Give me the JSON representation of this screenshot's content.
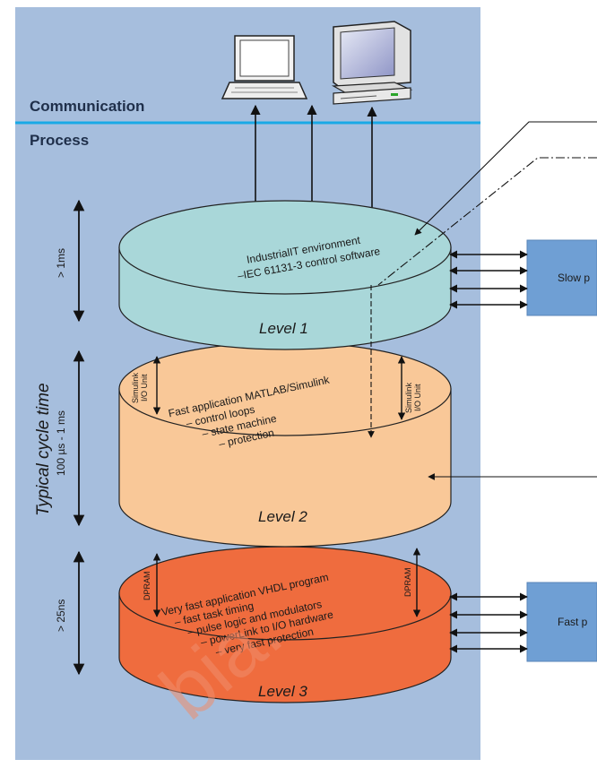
{
  "headers": {
    "communication": "Communication",
    "process": "Process"
  },
  "levels": [
    {
      "label": "Level 1",
      "lines": [
        "IndustrialIT  environment",
        "–IEC 61131-3 control software"
      ]
    },
    {
      "label": "Level 2",
      "lines": [
        "Fast application MATLAB/Simulink",
        "– control loops",
        "– state machine",
        "– protection"
      ],
      "left_tag": [
        "Simulink",
        "I/O Unit"
      ],
      "right_tag": [
        "Simulink",
        "I/O Unit"
      ]
    },
    {
      "label": "Level 3",
      "lines": [
        "Very fast application VHDL program",
        "– fast task timing",
        "– pulse logic and modulators",
        "– powerLink to I/O hardware",
        "– very fast protection"
      ],
      "left_tag": "DPRAM",
      "right_tag": "DPRAM"
    }
  ],
  "cycle_time": {
    "title": "Typical cycle time",
    "level1": "> 1ms",
    "level2": "100 µs - 1 ms",
    "level3": "> 25ns"
  },
  "boxes": {
    "slow": "Slow p",
    "fast": "Fast p"
  },
  "watermark": "bia.",
  "colors": {
    "panel": "#a6bedd",
    "divider": "#19a9e6",
    "level1": "#a9d7d9",
    "level2": "#f9c898",
    "level3": "#ef6c3e",
    "box": "#6f9fd4"
  }
}
